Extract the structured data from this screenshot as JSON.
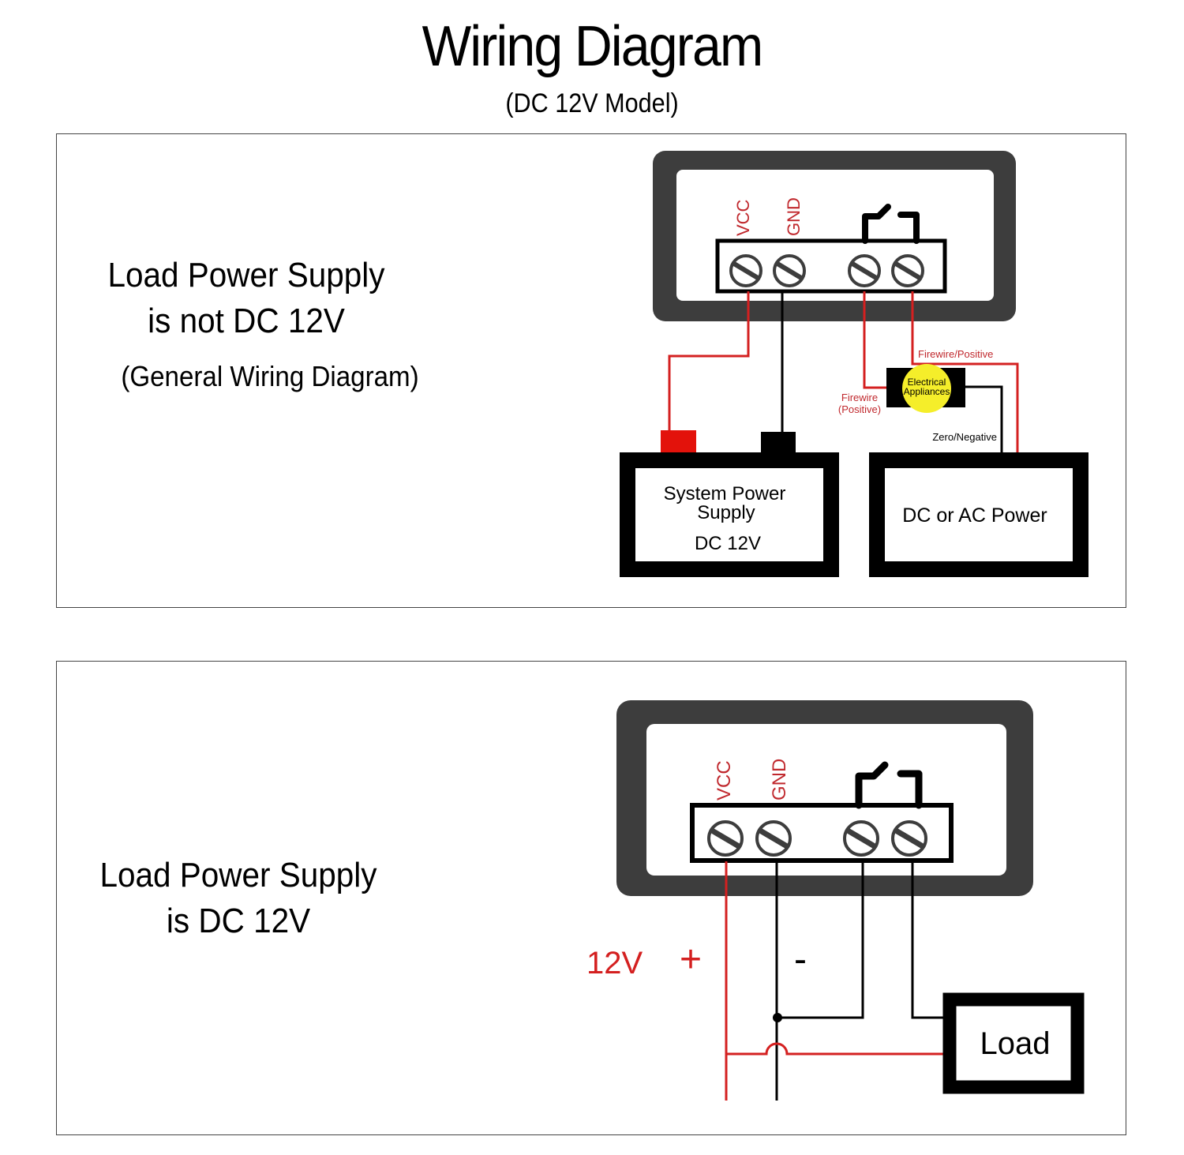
{
  "header": {
    "title": "Wiring Diagram",
    "subtitle": "(DC 12V Model)"
  },
  "panel1": {
    "heading_line1": "Load Power Supply",
    "heading_line2": "is not DC 12V",
    "note": "(General Wiring Diagram)",
    "terminals": {
      "vcc": "VCC",
      "gnd": "GND"
    },
    "labels": {
      "firewire_positive": "Firewire/Positive",
      "firewire_line1": "Firewire",
      "firewire_line2": "(Positive)",
      "appliance_line1": "Electrical",
      "appliance_line2": "Appliances",
      "zero_negative": "Zero/Negative",
      "system_supply_line1": "System Power",
      "system_supply_line2": "Supply",
      "system_supply_line3": "DC 12V",
      "dc_ac_power": "DC or AC Power"
    }
  },
  "panel2": {
    "heading_line1": "Load Power Supply",
    "heading_line2": "is DC 12V",
    "terminals": {
      "vcc": "VCC",
      "gnd": "GND"
    },
    "labels": {
      "voltage": "12V",
      "plus": "+",
      "minus": "-",
      "load": "Load"
    }
  },
  "colors": {
    "wire_red": "#d42020",
    "label_red": "#c0282d",
    "frame_dark": "#3d3d3d",
    "appliance_yellow": "#f5ee2a",
    "black": "#000000"
  }
}
